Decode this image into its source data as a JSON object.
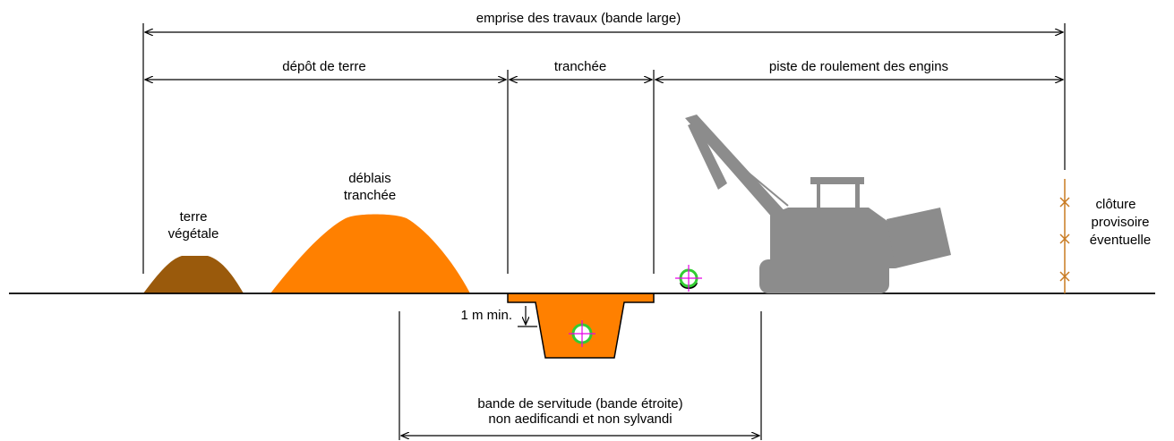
{
  "labels": {
    "emprise": "emprise des travaux (bande large)",
    "depot": "dépôt de terre",
    "tranchee": "tranchée",
    "piste": "piste de roulement des engins",
    "deblais_1": "déblais",
    "deblais_2": "tranchée",
    "terre_1": "terre",
    "terre_2": "végétale",
    "cloture_1": "clôture",
    "cloture_2": "provisoire",
    "cloture_3": "éventuelle",
    "depth": "1 m min.",
    "servitude_1": "bande de servitude (bande étroite)",
    "servitude_2": "non aedificandi et non sylvandi"
  },
  "colors": {
    "terre_vegetale": "#9a5a0c",
    "deblais": "#ff8000",
    "trench": "#ff8000",
    "machine": "#8c8c8c",
    "fence": "#c87a20",
    "pipe_ring": "#33cc33",
    "pipe_cross": "#e600e6",
    "line": "#000000"
  },
  "icons": {
    "machine": "pipelayer-machine-icon",
    "pipe": "pipe-section-icon",
    "fence_mark": "x-mark-icon"
  }
}
